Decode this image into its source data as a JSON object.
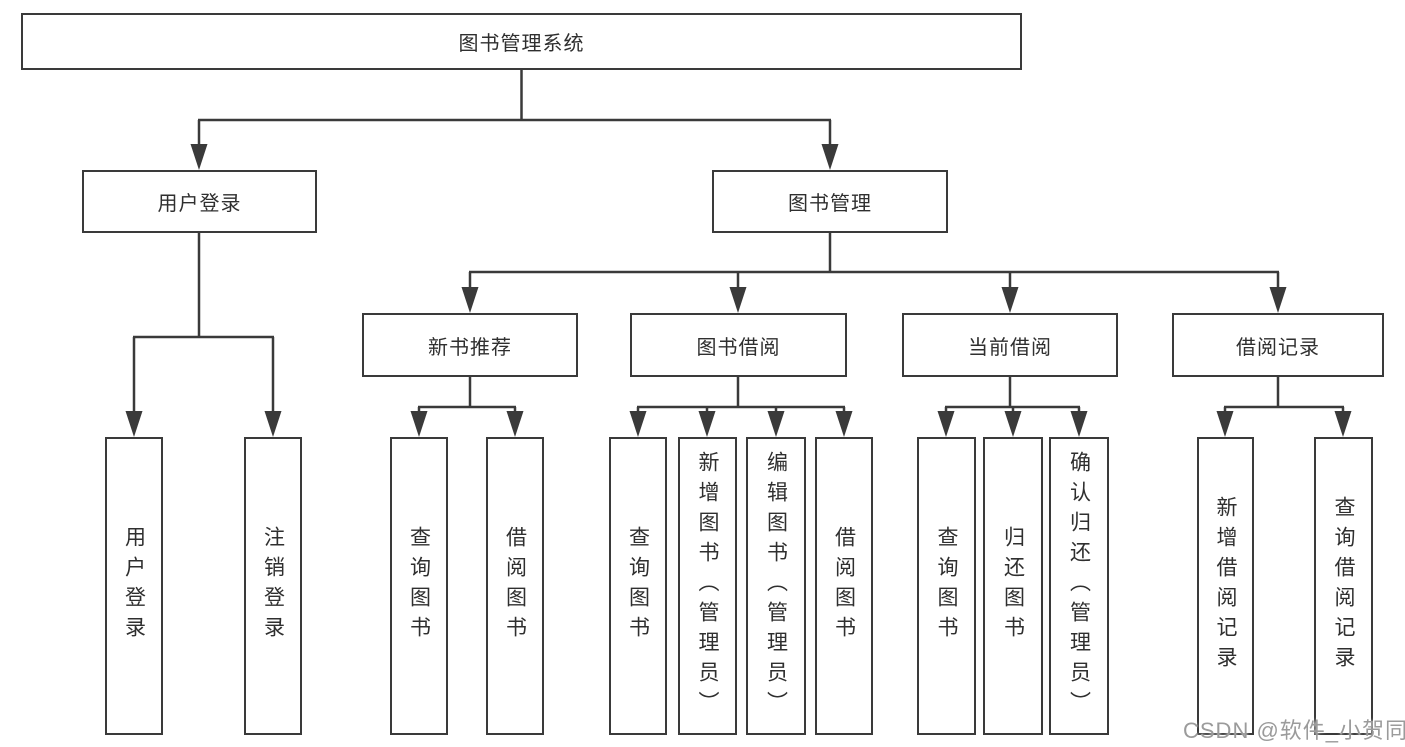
{
  "diagram": {
    "root": {
      "label": "图书管理系统"
    },
    "level2": [
      {
        "label": "用户登录"
      },
      {
        "label": "图书管理"
      }
    ],
    "level3": [
      {
        "label": "新书推荐"
      },
      {
        "label": "图书借阅"
      },
      {
        "label": "当前借阅"
      },
      {
        "label": "借阅记录"
      }
    ],
    "leaves": {
      "user_login": [
        {
          "label": "用户登录"
        },
        {
          "label": "注销登录"
        }
      ],
      "new_books": [
        {
          "label": "查询图书"
        },
        {
          "label": "借阅图书"
        }
      ],
      "book_borrow": [
        {
          "label": "查询图书"
        },
        {
          "label": "新增图书（管理员）"
        },
        {
          "label": "编辑图书（管理员）"
        },
        {
          "label": "借阅图书"
        }
      ],
      "current_borrow": [
        {
          "label": "查询图书"
        },
        {
          "label": "归还图书"
        },
        {
          "label": "确认归还（管理员）"
        }
      ],
      "borrow_records": [
        {
          "label": "新增借阅记录"
        },
        {
          "label": "查询借阅记录"
        }
      ]
    },
    "watermark": "CSDN @软件_小贺同学",
    "colors": {
      "line": "#3a3a3a",
      "text": "#2f2f2f",
      "watermark": "#9b9b9b",
      "background": "#ffffff"
    }
  }
}
